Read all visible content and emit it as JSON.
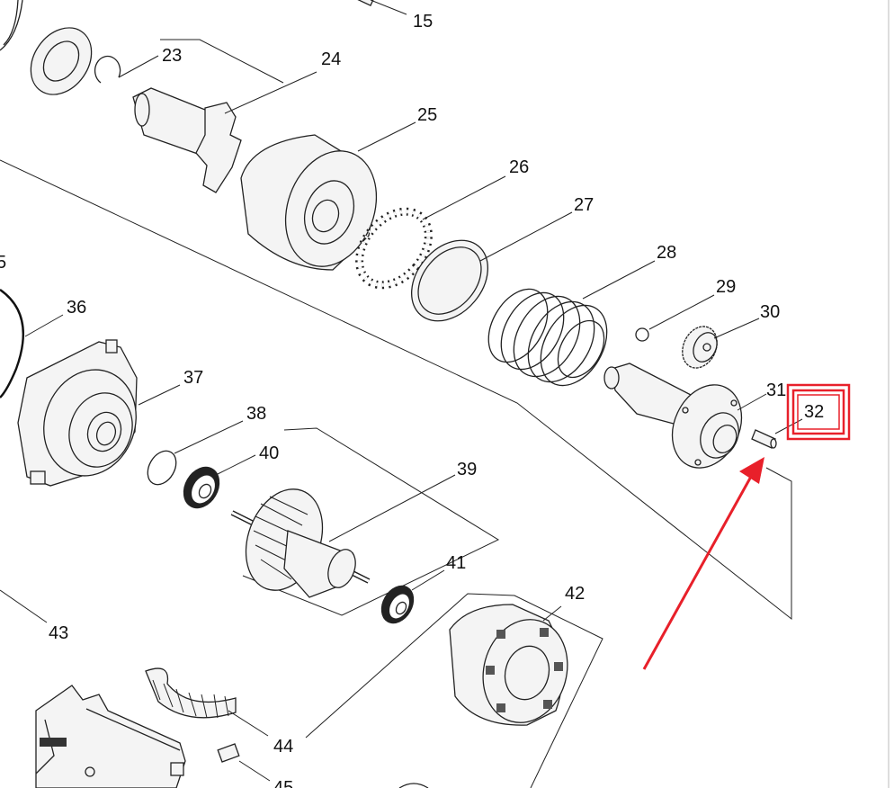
{
  "parts": [
    {
      "id": "p15",
      "number": "15"
    },
    {
      "id": "p23",
      "number": "23"
    },
    {
      "id": "p24",
      "number": "24"
    },
    {
      "id": "p25",
      "number": "25"
    },
    {
      "id": "p26",
      "number": "26"
    },
    {
      "id": "p27",
      "number": "27"
    },
    {
      "id": "p28",
      "number": "28"
    },
    {
      "id": "p29",
      "number": "29"
    },
    {
      "id": "p30",
      "number": "30"
    },
    {
      "id": "p31",
      "number": "31"
    },
    {
      "id": "p32",
      "number": "32"
    },
    {
      "id": "p35",
      "number": "5"
    },
    {
      "id": "p36",
      "number": "36"
    },
    {
      "id": "p37",
      "number": "37"
    },
    {
      "id": "p38",
      "number": "38"
    },
    {
      "id": "p39",
      "number": "39"
    },
    {
      "id": "p40",
      "number": "40"
    },
    {
      "id": "p41",
      "number": "41"
    },
    {
      "id": "p42",
      "number": "42"
    },
    {
      "id": "p43",
      "number": "43"
    },
    {
      "id": "p44",
      "number": "44"
    },
    {
      "id": "p45",
      "number": "45"
    }
  ],
  "highlight": {
    "part": "32",
    "box_color": "#e8202a",
    "arrow_color": "#e8202a"
  }
}
